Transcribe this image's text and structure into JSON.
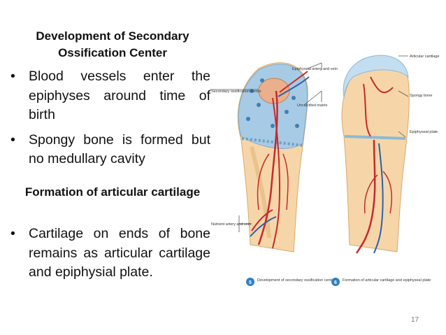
{
  "slide": {
    "heading1": "Development of Secondary Ossification Center",
    "bullets1": [
      "Blood vessels enter the epiphyses around time of birth",
      "Spongy bone is formed but no medullary cavity"
    ],
    "heading2": "Formation of articular cartilage",
    "bullets2": [
      "Cartilage on ends of bone remains as articular cartilage and epiphysial plate."
    ],
    "page_number": "17"
  },
  "figure": {
    "left_labels": {
      "secondary_center": "Secondary ossification center",
      "epiphyseal_vessels": "Epiphyseal artery and vein",
      "uncalcified_matrix": "Uncalcified matrix",
      "nutrient_vessels": "Nutrient artery and vein"
    },
    "right_labels": {
      "articular_cartilage": "Articular cartilage",
      "spongy_bone": "Spongy bone",
      "epiphyseal_plate": "Epiphyseal plate"
    },
    "captions": [
      {
        "number": "5",
        "text": "Development of secondary ossification center"
      },
      {
        "number": "6",
        "text": "Formation of articular cartilage and epiphyseal plate"
      }
    ]
  }
}
